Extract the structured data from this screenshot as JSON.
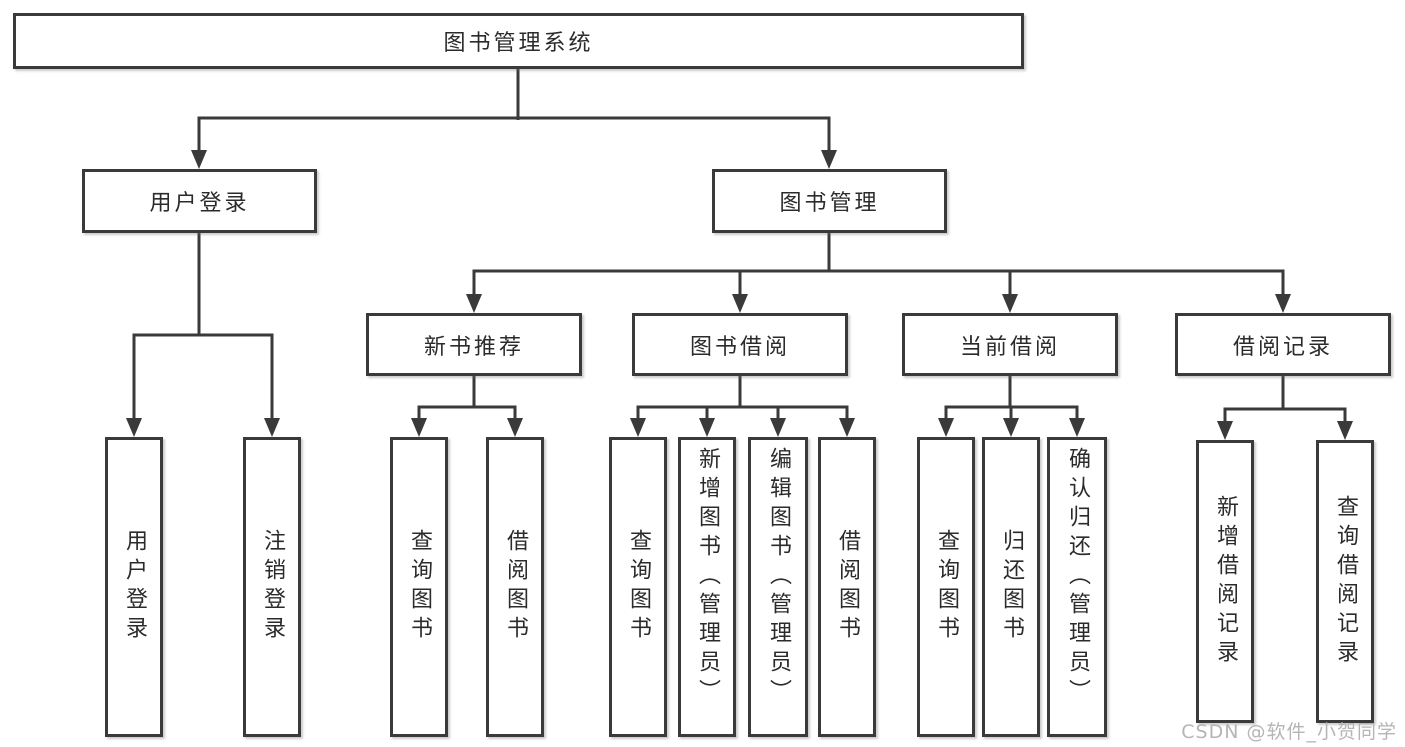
{
  "tree": {
    "root": {
      "label": "图书管理系统",
      "children": [
        {
          "label": "用户登录",
          "children": [
            {
              "label": "用户登录"
            },
            {
              "label": "注销登录"
            }
          ]
        },
        {
          "label": "图书管理",
          "children": [
            {
              "label": "新书推荐",
              "children": [
                {
                  "label": "查询图书"
                },
                {
                  "label": "借阅图书"
                }
              ]
            },
            {
              "label": "图书借阅",
              "children": [
                {
                  "label": "查询图书"
                },
                {
                  "label": "新增图书（管理员）"
                },
                {
                  "label": "编辑图书（管理员）"
                },
                {
                  "label": "借阅图书"
                }
              ]
            },
            {
              "label": "当前借阅",
              "children": [
                {
                  "label": "查询图书"
                },
                {
                  "label": "归还图书"
                },
                {
                  "label": "确认归还（管理员）"
                }
              ]
            },
            {
              "label": "借阅记录",
              "children": [
                {
                  "label": "新增借阅记录"
                },
                {
                  "label": "查询借阅记录"
                }
              ]
            }
          ]
        }
      ]
    }
  },
  "watermark": "CSDN @软件_小贺同学",
  "colors": {
    "line": "#3a3a3a",
    "text": "#2b2b2b",
    "background": "#ffffff",
    "watermark": "#b5b5b5"
  }
}
